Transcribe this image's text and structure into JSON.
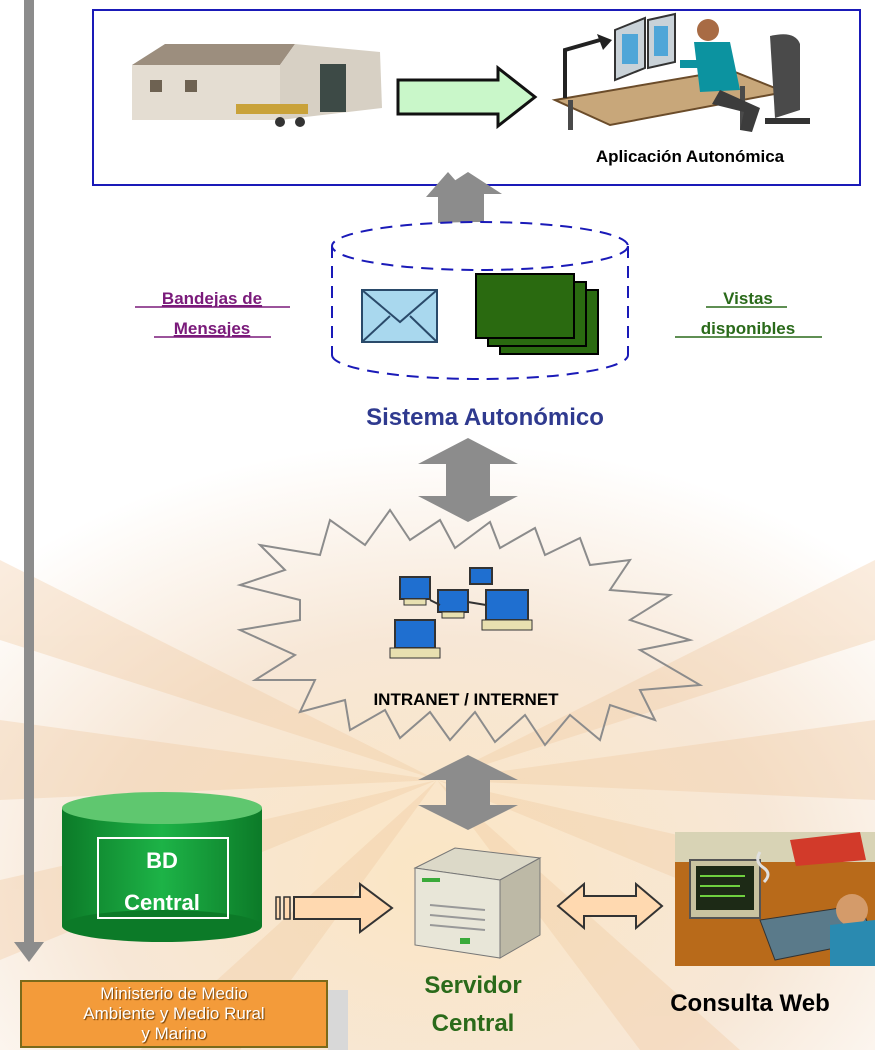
{
  "top_panel": {
    "app_label": "Aplicación Autonómica"
  },
  "mailbox": {
    "left_label_line1": "Bandejas de",
    "left_label_line2": "Mensajes",
    "right_label_line1": "Vistas ",
    "right_label_line2": "disponibles"
  },
  "sistema_label": "Sistema Autonómico",
  "network_label": "INTRANET / INTERNET",
  "db": {
    "label_line1": "BD",
    "label_line2": "Central"
  },
  "servidor": {
    "label_line1": "Servidor",
    "label_line2": "Central"
  },
  "consulta_label": "Consulta Web",
  "ministerio": {
    "line1": "Ministerio de Medio",
    "line2": "Ambiente y Medio Rural",
    "line3": "y Marino"
  },
  "colors": {
    "frame_blue": "#1a1ab8",
    "title_blue": "#2f3a8f",
    "purple": "#7a1a7a",
    "green_dark": "#2a6a1a",
    "db_green": "#129a35",
    "orange": "#f39b3a",
    "arrow_grey": "#8c8c8c"
  }
}
